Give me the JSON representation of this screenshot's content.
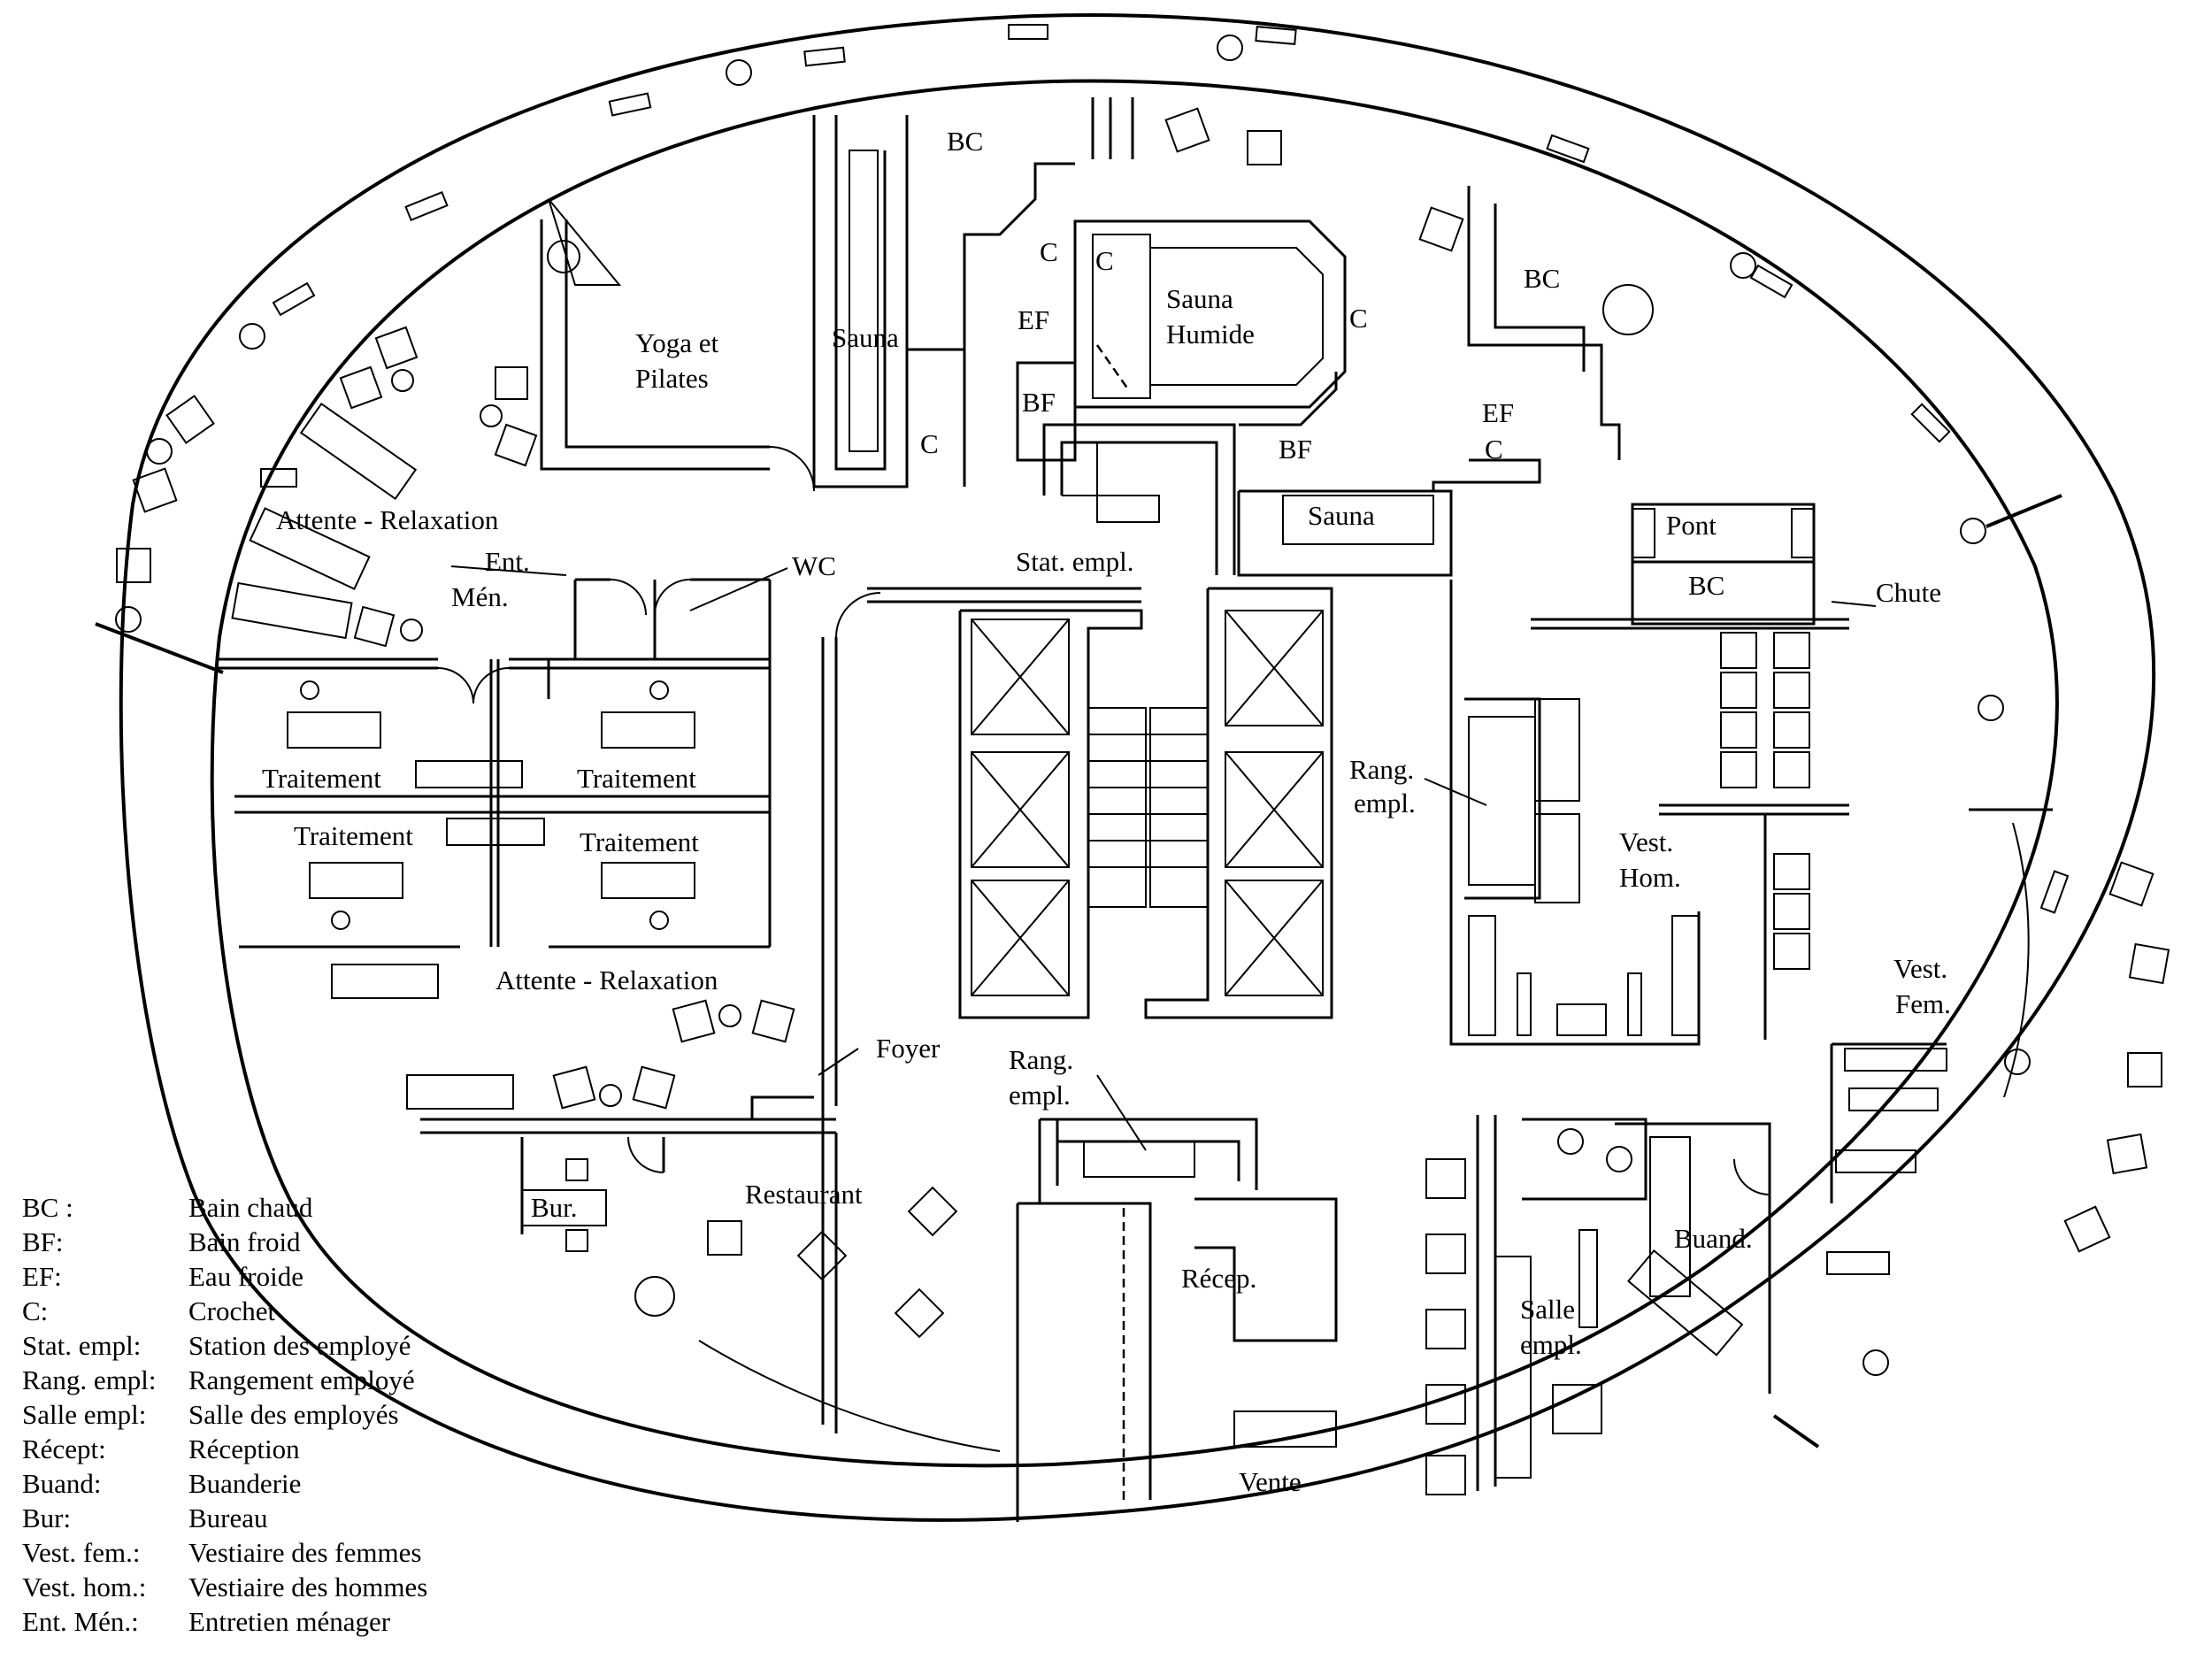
{
  "rooms": {
    "bc_top": "BC",
    "bc_right": "BC",
    "bc_pont": "BC",
    "yoga_line1": "Yoga et",
    "yoga_line2": "Pilates",
    "sauna_left": "Sauna",
    "sauna_bottom": "Sauna",
    "sauna_humide_line1": "Sauna",
    "sauna_humide_line2": "Humide",
    "c_1": "C",
    "c_2": "C",
    "c_3": "C",
    "c_4": "C",
    "c_5": "C",
    "ef_1": "EF",
    "ef_2": "EF",
    "bf_1": "BF",
    "bf_2": "BF",
    "pont": "Pont",
    "chute": "Chute",
    "attente_top": "Attente - Relaxation",
    "attente_bottom": "Attente - Relaxation",
    "ent_line1": "Ent.",
    "ent_line2": "Mén.",
    "wc": "WC",
    "stat_empl": "Stat. empl.",
    "traitement_1": "Traitement",
    "traitement_2": "Traitement",
    "traitement_3": "Traitement",
    "traitement_4": "Traitement",
    "rang_right_line1": "Rang.",
    "rang_right_line2": "empl.",
    "rang_center_line1": "Rang.",
    "rang_center_line2": "empl.",
    "vest_hom_line1": "Vest.",
    "vest_hom_line2": "Hom.",
    "vest_fem_line1": "Vest.",
    "vest_fem_line2": "Fem.",
    "foyer": "Foyer",
    "restaurant": "Restaurant",
    "bur": "Bur.",
    "recep": "Récep.",
    "vente": "Vente",
    "buand": "Buand.",
    "salle_line1": "Salle",
    "salle_line2": "empl."
  },
  "legend": [
    {
      "abbr": "BC :",
      "full": "Bain chaud"
    },
    {
      "abbr": "BF:",
      "full": "Bain froid"
    },
    {
      "abbr": "EF:",
      "full": "Eau froide"
    },
    {
      "abbr": "C:",
      "full": "Crochet"
    },
    {
      "abbr": "Stat. empl:",
      "full": "Station des employé"
    },
    {
      "abbr": "Rang. empl:",
      "full": "Rangement employé"
    },
    {
      "abbr": "Salle empl:",
      "full": "Salle des employés"
    },
    {
      "abbr": "Récept:",
      "full": "Réception"
    },
    {
      "abbr": "Buand:",
      "full": "Buanderie"
    },
    {
      "abbr": "Bur:",
      "full": "Bureau"
    },
    {
      "abbr": "Vest. fem.:",
      "full": "Vestiaire des femmes"
    },
    {
      "abbr": "Vest. hom.:",
      "full": "Vestiaire des hommes"
    },
    {
      "abbr": "Ent. Mén.:",
      "full": "Entretien ménager"
    }
  ]
}
